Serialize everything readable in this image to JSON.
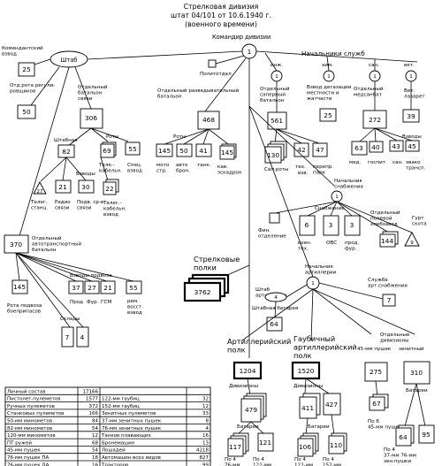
{
  "title": {
    "line1": "Стрелковая дивизия",
    "line2": "штат 04/101 от 10.6.1940 г.",
    "line3": "(военного времени)"
  },
  "hq": {
    "commander_label": "Командир дивизии",
    "commander_num": "1",
    "staff_label": "Штаб",
    "politotdel_label": "Политотдел",
    "services_label": "Начальники служб"
  },
  "commandant": {
    "label": "Комендантский взвод",
    "num": "25"
  },
  "reg_company": {
    "label": "Отд.рота регули- ровщиков",
    "num": "50"
  },
  "signal_bn": {
    "label": "Отдельный батальон связи",
    "num": "306",
    "companies_label": "Роты",
    "hq_label": "Штабная",
    "hq_num": "82",
    "co2_label": "Теле.- кабельн.",
    "co2_num": "69",
    "co3_label": "Спец. взвод",
    "co3_num": "55",
    "platoons_label": "Взводы",
    "p1_label": "Телег. станц.",
    "p1_num": "27",
    "p2_label": "Радио связи",
    "p2_num": "21",
    "p3_label": "Подв. ср-в связи",
    "p3_num": "30",
    "p4_label": "Телег.- кабельн. взвод",
    "p4_num": "22"
  },
  "recon_bn": {
    "label": "Отдельный разведывательный батальон",
    "num": "468",
    "companies_label": "Роты",
    "c1_label": "мото стр.",
    "c1_num": "145",
    "c2_label": "авто брон.",
    "c2_num": "50",
    "c3_label": "танк.",
    "c3_num": "41",
    "c4_label": "кав. эскадрон",
    "c4_num": "145"
  },
  "engineer": {
    "title": "инж.",
    "num": "1",
    "label": "Отдельный саперный батальон",
    "bn_num": "561",
    "c1_label": "Сап.роты",
    "c1_num": "130",
    "c2_label": "тех.",
    "c2_num": "42",
    "c3_label": "перепр. парк",
    "c3_num": "47",
    "c3_sub": "взв."
  },
  "chemical": {
    "title": "хим.",
    "num": "1",
    "label": "Взвод дегазации местности и жатчасти",
    "pl_num": "25"
  },
  "medical": {
    "title": "сан.",
    "num": "1",
    "label": "Отдельный медсанбат",
    "bn_num": "272",
    "platoons_label": "Взводы",
    "p1_label": "мед.",
    "p1_num": "63",
    "p2_label": "госпит.",
    "p2_num": "40",
    "p3_label": "сан.",
    "p3_num": "43",
    "p4_label": "эвако трансп.",
    "p4_num": "45"
  },
  "vet": {
    "title": "вет.",
    "num": "1",
    "label": "Вет. лазарет",
    "unit_num": "39"
  },
  "supply": {
    "chief_label": "Начальник снабжения",
    "chief_num": "1",
    "supply_label": "Снабжение",
    "fin_label": "Фин. отделение",
    "s1_label": "воен. тех.",
    "s1_num": "6",
    "s2_label": "ОВС",
    "s2_num": "3",
    "s3_label": "прод. фур.",
    "s3_num": "3",
    "bakery_label": "Отдельный полевой хлебзавод",
    "bakery_num": "144",
    "cattle_label": "Гурт скота",
    "cattle_num": "9"
  },
  "transport_bn": {
    "label": "Отдельный автотранспортный батальон",
    "num": "370",
    "company_label": "Рота подвоза боеприпасов",
    "company_num": "145",
    "platoons_label": "Взводы подвоза",
    "p1_label": "Прод",
    "p1_num": "37",
    "p2_label": "Фур",
    "p2_num": "27",
    "p3_label": "ГСМ",
    "p3_num": "21",
    "rep_label": "рем. восст. взвод",
    "rep_num": "55",
    "depots_label": "Склады",
    "d1_num": "7",
    "d2_num": "4"
  },
  "rifle": {
    "label": "Стрелковые полки",
    "num": "3762"
  },
  "artillery": {
    "chief_label": "Начальник артиллерии",
    "chief_num": "1",
    "staff_label": "Штаб артиллерии",
    "staff_num": "4",
    "battery_label": "Штабная батарея",
    "battery_num": "64",
    "service_label": "Служба арт.снабжения",
    "service_num": "7",
    "reg1_label": "Артиллерийский полк",
    "reg1_num": "1204",
    "reg1_div_label": "Дивизионы",
    "reg1_div_num": "479",
    "reg1_bat_label": "Батареи",
    "reg1_b1_num": "117",
    "reg1_b2_num": "121",
    "reg1_b1_label": "По 4 76-мм",
    "reg1_b2_label": "По 4 122-мм",
    "reg2_label": "Гаубичный артиллерийский полк",
    "reg2_num": "1520",
    "reg2_div_label": "Дивизионы",
    "reg2_d1_num": "411",
    "reg2_d2_num": "427",
    "reg2_bat_label": "Батареи",
    "reg2_b1_num": "106",
    "reg2_b2_num": "110",
    "reg2_b1_label": "По 4 122-мм",
    "reg2_b2_label": "По 4 152-мм",
    "at_label": "Отдельные дивизионы",
    "at_sub": "45-мм пушек",
    "at_num": "275",
    "at_bat_num": "67",
    "at_bat_label": "По 6 45-мм пушек",
    "aa_sub": "зенитный",
    "aa_num": "310",
    "aa_bat_label": "Батареи",
    "aa_b1_num": "64",
    "aa_b2_num": "95",
    "aa_b_label": "По 4 37-мм 76-мм зен.пушки"
  },
  "table": {
    "rows": [
      [
        "Личный состав",
        "17166",
        "",
        ""
      ],
      [
        "Пистолет-пулеметов",
        "1577",
        "122-мм гаубиц",
        "32"
      ],
      [
        "Ручных пулеметов",
        "372",
        "152-мм гаубиц",
        "12"
      ],
      [
        "Станковых пулеметов",
        "166",
        "Зенитных пулеметов",
        "33"
      ],
      [
        "50-мм минометов",
        "84",
        "37-мм зенитных пушек",
        "8"
      ],
      [
        "82-мм минометов",
        "54",
        "76-мм зенитных пушек",
        "4"
      ],
      [
        "120-мм минометов",
        "12",
        "Танков плавающих",
        "16"
      ],
      [
        "ПТ ружей",
        "68",
        "Бронемашин",
        "13"
      ],
      [
        "45-мм пушек",
        "54",
        "Лошадей",
        "4218"
      ],
      [
        "76-мм пушек ПА",
        "18",
        "Автомашин всех видов",
        "827"
      ],
      [
        "76-мм пушек ДА",
        "16",
        "Тракторов",
        "99"
      ]
    ]
  }
}
